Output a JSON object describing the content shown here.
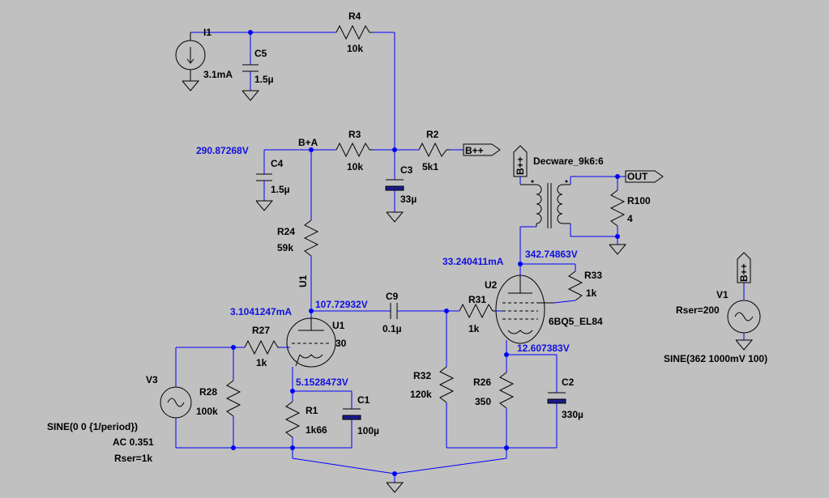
{
  "labels": {
    "i1": "I1",
    "i1_value": "3.1mA",
    "c5": "C5",
    "c5_value": "1.5µ",
    "r4": "R4",
    "r4_value": "10k",
    "bplus_a": "B+A",
    "node_bplus_a_voltage": "290.87268V",
    "c4": "C4",
    "c4_value": "1.5µ",
    "r3": "R3",
    "r3_value": "10k",
    "r2": "R2",
    "r2_value": "5k1",
    "bplus_plus_flag": "B++",
    "c3": "C3",
    "c3_value": "33µ",
    "r24": "R24",
    "r24_value": "59k",
    "u1_rotated": "U1",
    "u1": "U1",
    "u1_model": "30",
    "u1_plate_current": "3.1041247mA",
    "u1_plate_voltage": "107.72932V",
    "c9": "C9",
    "c9_value": "0.1µ",
    "r27": "R27",
    "r27_value": "1k",
    "v3": "V3",
    "r28": "R28",
    "r28_value": "100k",
    "u1_cathode_voltage": "5.1528473V",
    "r1": "R1",
    "r1_value": "1k66",
    "c1": "C1",
    "c1_value": "100µ",
    "v3_spec1": "SINE(0 0 {1/period})",
    "v3_spec2": "AC 0.351",
    "v3_spec3": "Rser=1k",
    "transformer_bplus": "B++",
    "transformer_name": "Decware_9k6:6",
    "out_flag": "OUT",
    "r100": "R100",
    "r100_value": "4",
    "u2_plate_current": "33.240411mA",
    "u2_plate_voltage": "342.74863V",
    "r33": "R33",
    "r33_value": "1k",
    "u2": "U2",
    "r31": "R31",
    "r31_value": "1k",
    "u2_model": "6BQ5_EL84",
    "u2_cathode_voltage": "12.607383V",
    "r32": "R32",
    "r32_value": "120k",
    "r26": "R26",
    "r26_value": "350",
    "c2": "C2",
    "c2_value": "330µ",
    "v1_bplus": "B++",
    "v1": "V1",
    "v1_rser": "Rser=200",
    "v1_spec": "SINE(362 1000mV 100)"
  }
}
